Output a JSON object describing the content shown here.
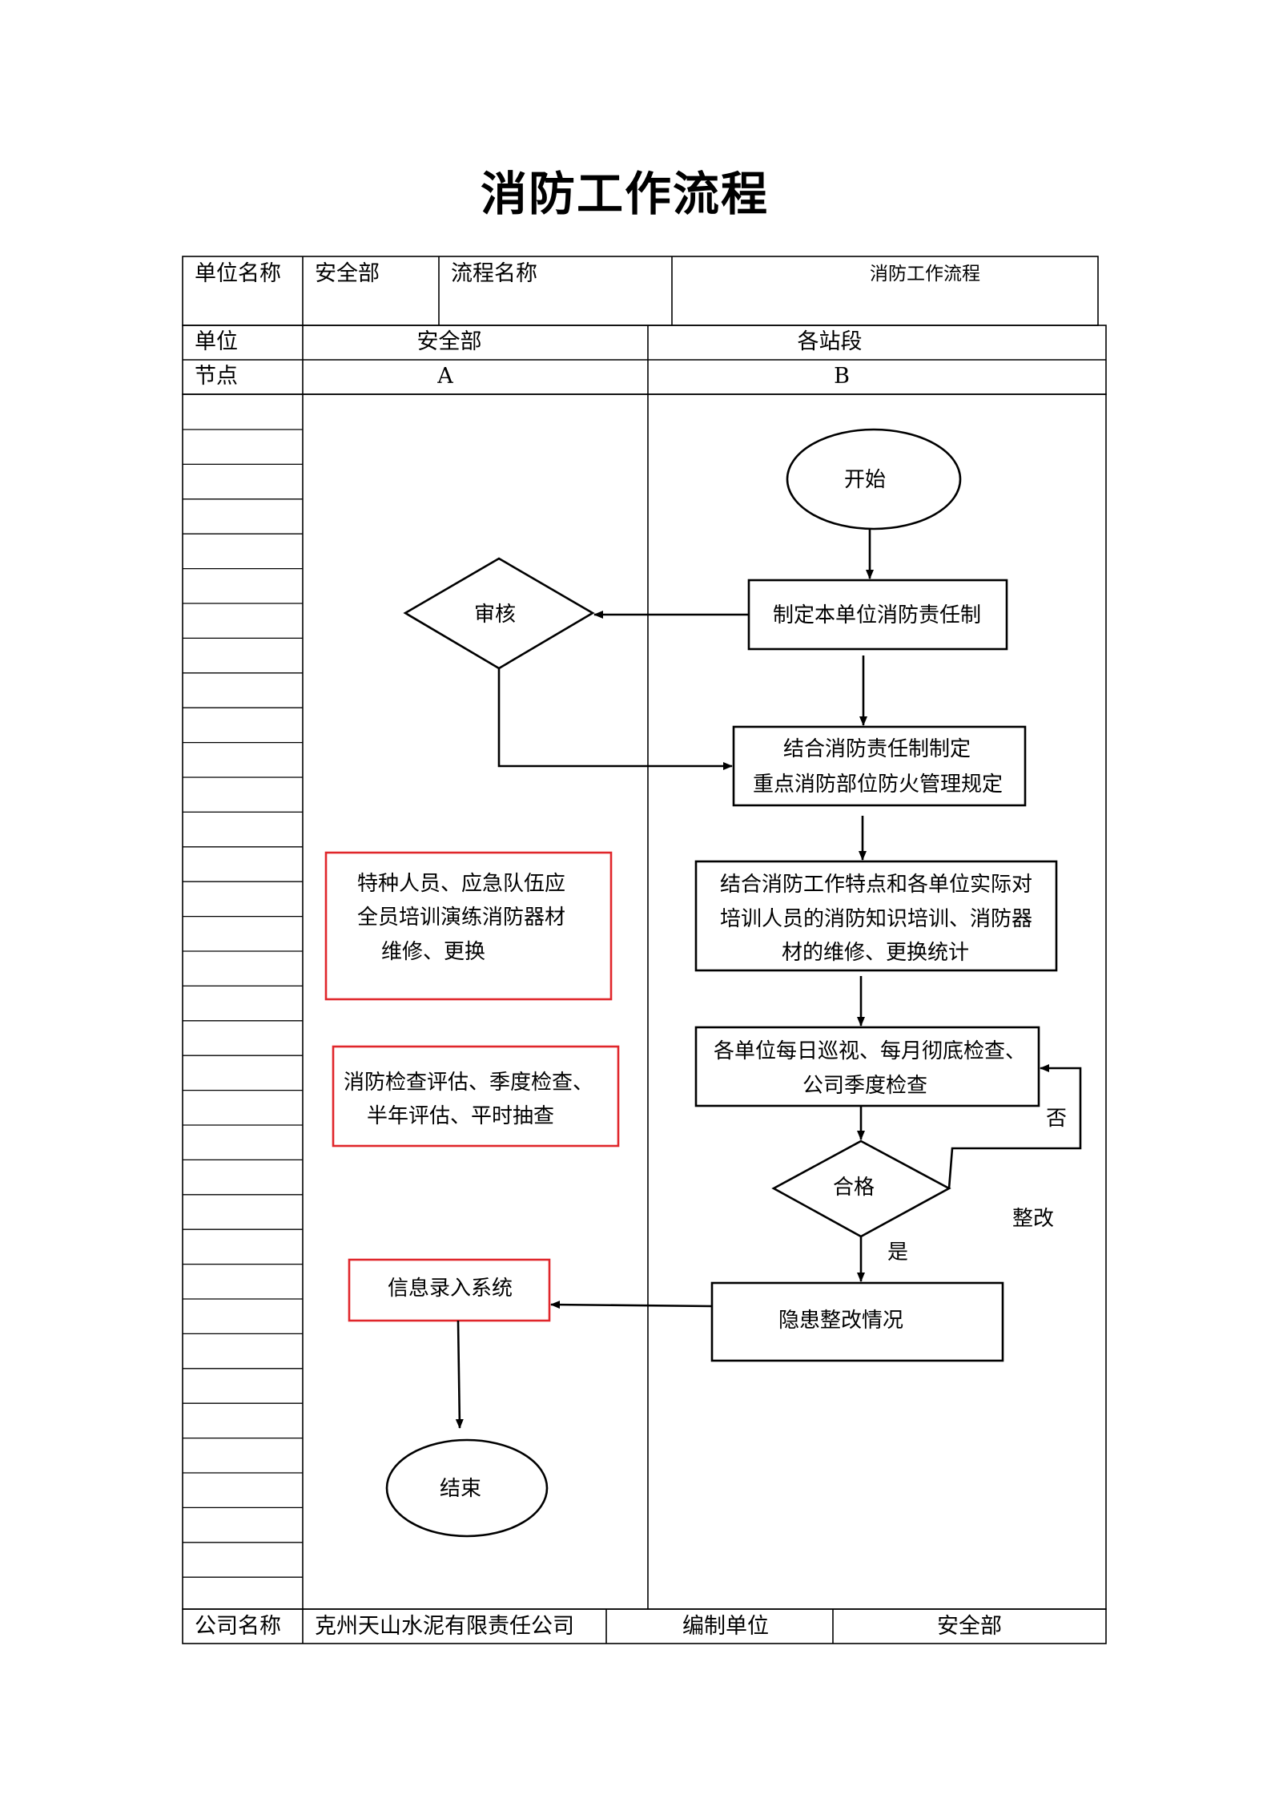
{
  "title": "消防工作流程",
  "header": {
    "unit_name_label": "单位名称",
    "unit_name_value": "安全部",
    "process_name_label": "流程名称",
    "process_name_value": "消防工作流程",
    "unit_label": "单位",
    "node_label": "节点",
    "lane_a_unit": "安全部",
    "lane_b_unit": "各站段",
    "lane_a_node": "A",
    "lane_b_node": "B"
  },
  "flow": {
    "start": "开始",
    "review": "审核",
    "step1": "制定本单位消防责任制",
    "step2": [
      "结合消防责任制制定",
      "重点消防部位防火管理规定"
    ],
    "step3": [
      "结合消防工作特点和各单位实际对",
      "培训人员的消防知识培训、消防器",
      "材的维修、更换统计"
    ],
    "step4": [
      "各单位每日巡视、每月彻底检查、",
      "公司季度检查"
    ],
    "qualified": "合格",
    "no": "否",
    "rectify": "整改",
    "yes": "是",
    "step5": "隐患整改情况",
    "info_entry": "信息录入系统",
    "end": "结束",
    "note1": [
      "特种人员、应急队伍应",
      "全员培训演练消防器材",
      "维修、更换"
    ],
    "note2": [
      "消防检查评估、季度检查、",
      "半年评估、平时抽查"
    ]
  },
  "footer": {
    "company_label": "公司名称",
    "company_value": "克州天山水泥有限责任公司",
    "compiler_label": "编制单位",
    "compiler_value": "安全部"
  },
  "colors": {
    "highlight_border": "#e0262b",
    "line": "#000000"
  }
}
